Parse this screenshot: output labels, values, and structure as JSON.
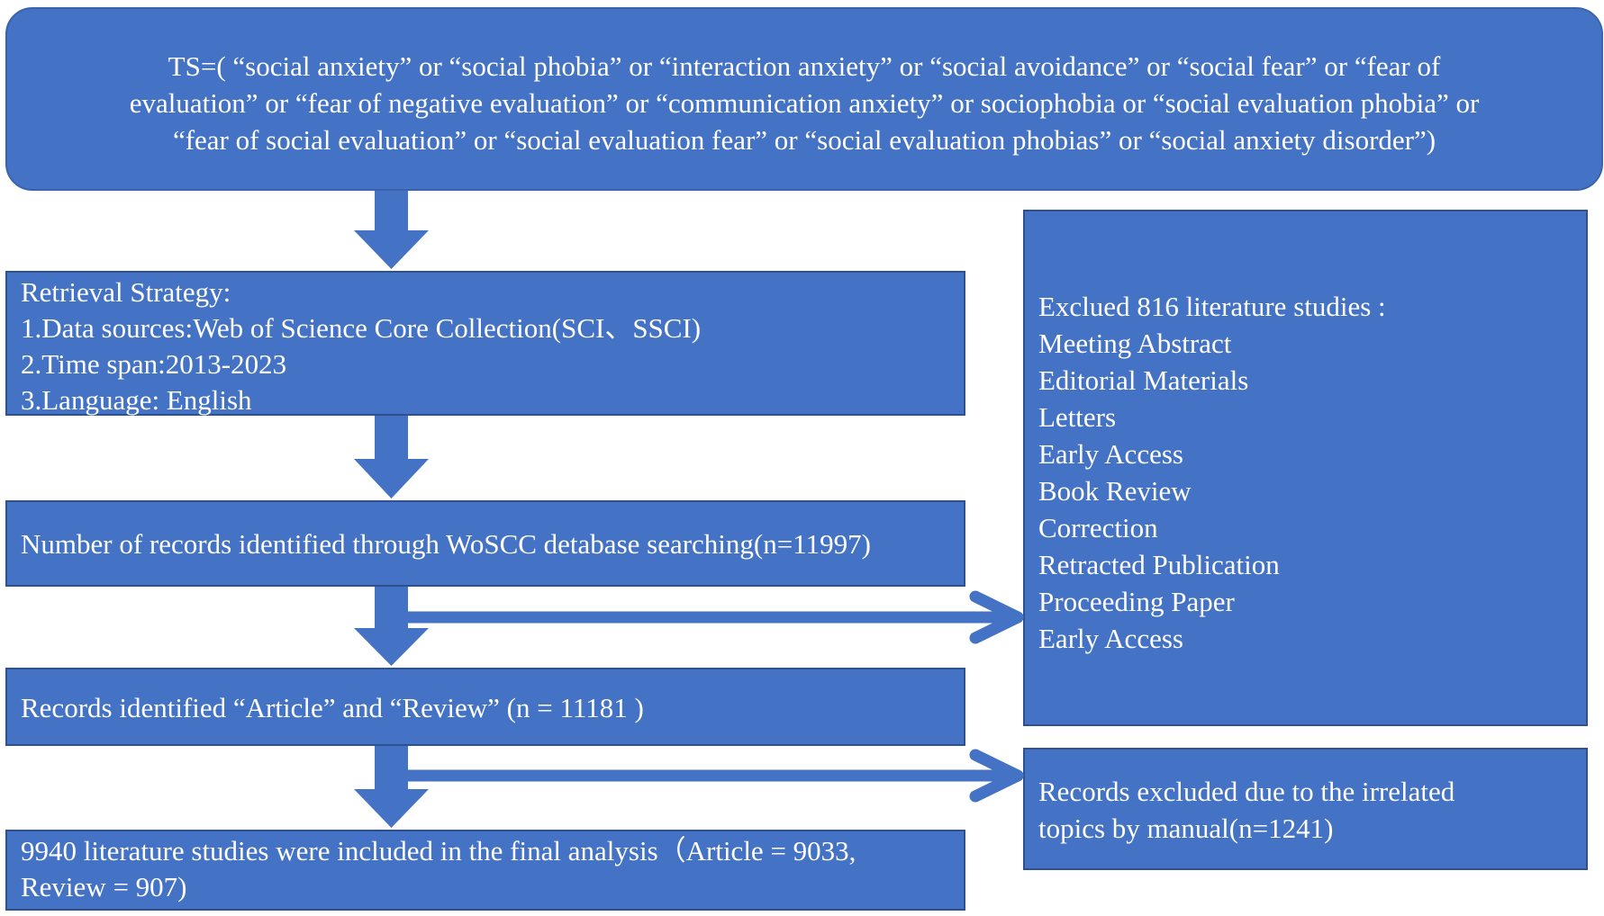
{
  "query": {
    "lines": [
      "TS=( “social anxiety” or “social phobia” or “interaction anxiety” or “social avoidance” or “social fear” or “fear of",
      "evaluation” or “fear of negative evaluation” or “communication anxiety” or sociophobia or “social evaluation phobia”  or",
      "“fear of social evaluation” or “social evaluation fear” or “social evaluation phobias” or “social anxiety disorder”)"
    ]
  },
  "strategy": {
    "lines": [
      "Retrieval Strategy:",
      "1.Data sources:Web of Science Core Collection(SCI、SSCI)",
      "2.Time span:2013-2023",
      "3.Language: English"
    ]
  },
  "records": {
    "text": "Number of records identified through WoSCC detabase searching(n=11997)"
  },
  "articles": {
    "text": "Records identified “Article” and “Review” (n = 11181 )"
  },
  "final": {
    "lines": [
      "9940 literature studies were included in the final analysis（Article = 9033,",
      "Review = 907)"
    ]
  },
  "excluded": {
    "lines": [
      "Exclued 816 literature studies :",
      "Meeting Abstract",
      "Editorial Materials",
      "Letters",
      "Early Access",
      "Book Review",
      "Correction",
      "Retracted Publication",
      "Proceeding Paper",
      "Early Access"
    ]
  },
  "irrelated": {
    "lines": [
      "Records excluded due to the irrelated",
      "topics by manual(n=1241)"
    ]
  },
  "colors": {
    "box_fill": "#4472c4",
    "box_border": "#2f528f",
    "text": "#ffffff"
  }
}
